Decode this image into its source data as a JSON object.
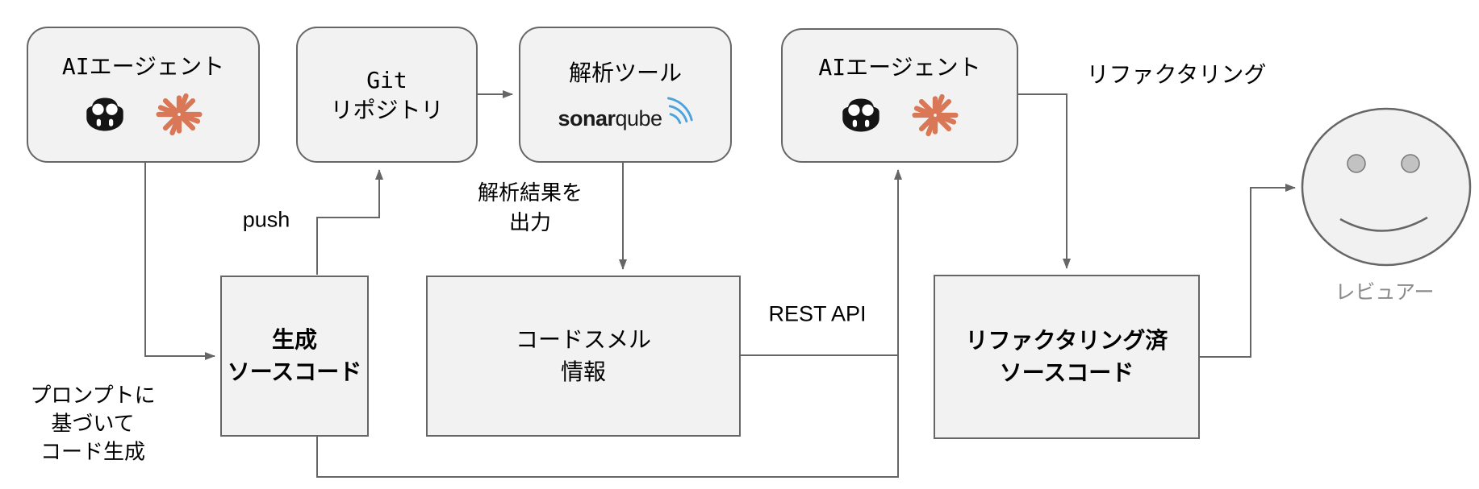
{
  "nodes": {
    "agent_left": {
      "label": "AIエージェント"
    },
    "git_repo": {
      "line1": "Git",
      "line2": "リポジトリ"
    },
    "analysis_tool": {
      "label": "解析ツール",
      "logo_bold": "sonar",
      "logo_regular": "qube"
    },
    "agent_right": {
      "label": "AIエージェント"
    },
    "generated_source": {
      "line1": "生成",
      "line2": "ソースコード"
    },
    "code_smell": {
      "line1": "コードスメル",
      "line2": "情報"
    },
    "refactored_source": {
      "line1": "リファクタリング済",
      "line2": "ソースコード"
    },
    "reviewer": {
      "label": "レビュアー"
    }
  },
  "edge_labels": {
    "prompt_line1": "プロンプトに",
    "prompt_line2": "基づいて",
    "prompt_line3": "コード生成",
    "push": "push",
    "analysis_line1": "解析結果を",
    "analysis_line2": "出力",
    "rest_api": "REST API",
    "refactoring": "リファクタリング"
  },
  "icons": {
    "agent_icons": [
      "copilot-robot-icon",
      "claude-starburst-icon"
    ],
    "analysis_logo": "sonarqube-logo",
    "reviewer_icon": "smiley-face-icon"
  },
  "colors": {
    "node_fill": "#F2F2F2",
    "node_border": "#666666",
    "line_gray": "#666666",
    "starburst_coral": "#D97757",
    "sonarqube_blue": "#4AA3DF",
    "eye_fill": "#C2C2C2",
    "reviewer_label_gray": "#8A8A8A",
    "text_black": "#000000"
  }
}
